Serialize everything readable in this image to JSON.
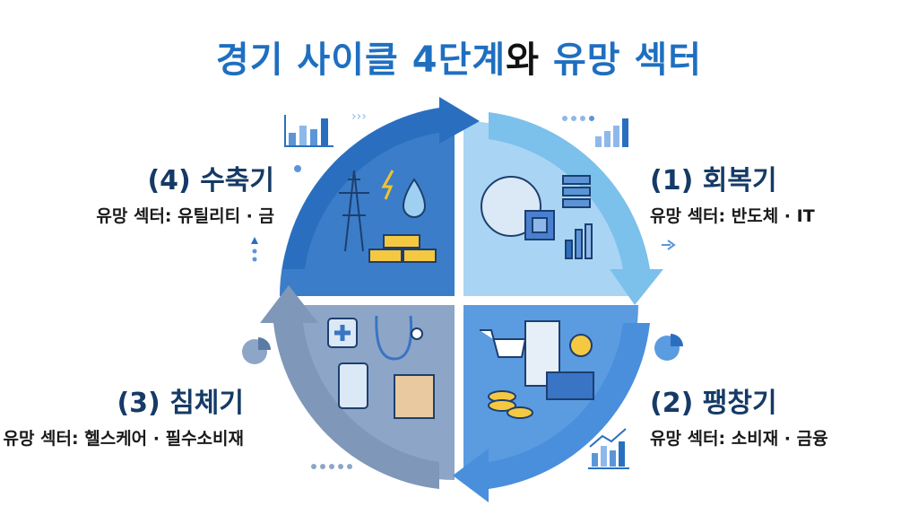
{
  "title": {
    "part1": "경기 사이클 4단계",
    "part2": "와",
    "part3": " 유망 섹터"
  },
  "stages": [
    {
      "label": "(1) 회복기",
      "sector": "유망 섹터: 반도체 · IT",
      "color": "#a9d4f3",
      "icon": "semiconductor-chip-icon"
    },
    {
      "label": "(2) 팽창기",
      "sector": "유망 섹터: 소비재 · 금융",
      "color": "#5b9be0",
      "icon": "shopping-building-coins-icon"
    },
    {
      "label": "(3) 침체기",
      "sector": "유망 섹터: 헬스케어 · 필수소비재",
      "color": "#8da6c8",
      "icon": "healthcare-grocery-icon"
    },
    {
      "label": "(4) 수축기",
      "sector": "유망 섹터: 유틸리티 · 금",
      "color": "#3b7dc8",
      "icon": "utility-gold-icon"
    }
  ],
  "colors": {
    "title_blue": "#1f6fc0",
    "stage_label": "#153a66",
    "arrow_dark": "#2a6fbf",
    "arrow_light": "#7cc0ec",
    "arrow_mid": "#4a8fdc",
    "arrow_gray": "#7f97b8"
  }
}
